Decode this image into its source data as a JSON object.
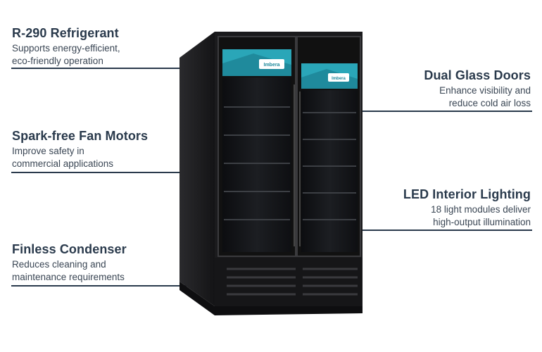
{
  "callouts": {
    "r290": {
      "title": "R-290 Refrigerant",
      "line1": "Supports energy-efficient,",
      "line2": "eco-friendly operation"
    },
    "fan": {
      "title": "Spark-free Fan Motors",
      "line1": "Improve safety in",
      "line2": "commercial applications"
    },
    "condenser": {
      "title": "Finless Condenser",
      "line1": "Reduces cleaning and",
      "line2": "maintenance requirements"
    },
    "doors": {
      "title": "Dual Glass Doors",
      "line1": "Enhance visibility and",
      "line2": "reduce cold air loss"
    },
    "led": {
      "title": "LED Interior Lighting",
      "line1": "18 light modules deliver",
      "line2": "high-output illumination"
    }
  },
  "brand": {
    "logo_text": "Imbera"
  },
  "colors": {
    "accent": "#2a3a4c",
    "header_panel": "#2aa6b8",
    "cabinet": "#1b1b1d"
  }
}
